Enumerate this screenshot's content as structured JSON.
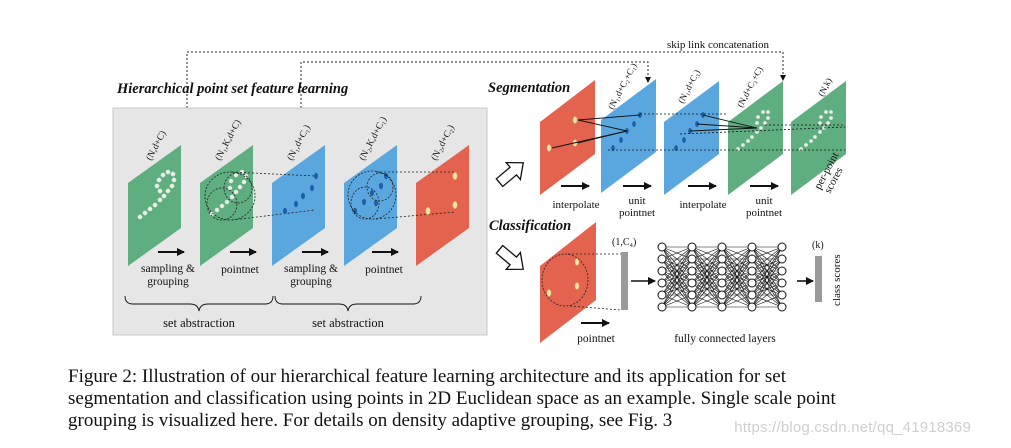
{
  "skip_link_label": "skip link concatenation",
  "hier": {
    "title": "Hierarchical point set feature learning",
    "layers": [
      {
        "label": "(N,d+C)",
        "color": "#5fae80"
      },
      {
        "label": "(N₁,K,d+C)",
        "color": "#5fae80"
      },
      {
        "label": "(N₁,d+C₁)",
        "color": "#5aa7e0"
      },
      {
        "label": "(N₂,K,d+C₁)",
        "color": "#5aa7e0"
      },
      {
        "label": "(N₂,d+C₂)",
        "color": "#e4634f"
      }
    ],
    "ops": [
      {
        "line1": "sampling &",
        "line2": "grouping"
      },
      {
        "line1": "pointnet",
        "line2": ""
      },
      {
        "line1": "sampling &",
        "line2": "grouping"
      },
      {
        "line1": "pointnet",
        "line2": ""
      }
    ],
    "braces": [
      "set abstraction",
      "set abstraction"
    ]
  },
  "seg": {
    "title": "Segmentation",
    "layers": [
      {
        "label": "(N₁,d+C₂+C₁)",
        "color": "#5aa7e0"
      },
      {
        "label": "(N₁,d+C₃)",
        "color": "#5aa7e0"
      },
      {
        "label": "(N,d+C₃+C)",
        "color": "#5fae80"
      },
      {
        "label": "(N,k)",
        "color": "#5fae80"
      }
    ],
    "ops": [
      {
        "line1": "interpolate",
        "line2": ""
      },
      {
        "line1": "unit",
        "line2": "pointnet"
      },
      {
        "line1": "interpolate",
        "line2": ""
      },
      {
        "line1": "unit",
        "line2": "pointnet"
      }
    ],
    "scores_label": {
      "line1": "per-point",
      "line2": "scores"
    }
  },
  "cls": {
    "title": "Classification",
    "vector_label": "(1,C₄)",
    "pointnet_label": "pointnet",
    "fc_label": "fully connected layers",
    "k_label": "(k)",
    "scores_label": "class scores"
  },
  "caption": {
    "line1": "Figure 2: Illustration of our hierarchical feature learning architecture and its application for set",
    "line2": "segmentation and classification using points in 2D Euclidean space as an example. Single scale point",
    "line3": "grouping is visualized here. For details on density adaptive grouping, see Fig. 3"
  },
  "watermark": "https://blog.csdn.net/qq_41918369",
  "colors": {
    "green": "#5fae80",
    "blue": "#5aa7e0",
    "red": "#e4634f",
    "panel": "#e6e6e6"
  }
}
